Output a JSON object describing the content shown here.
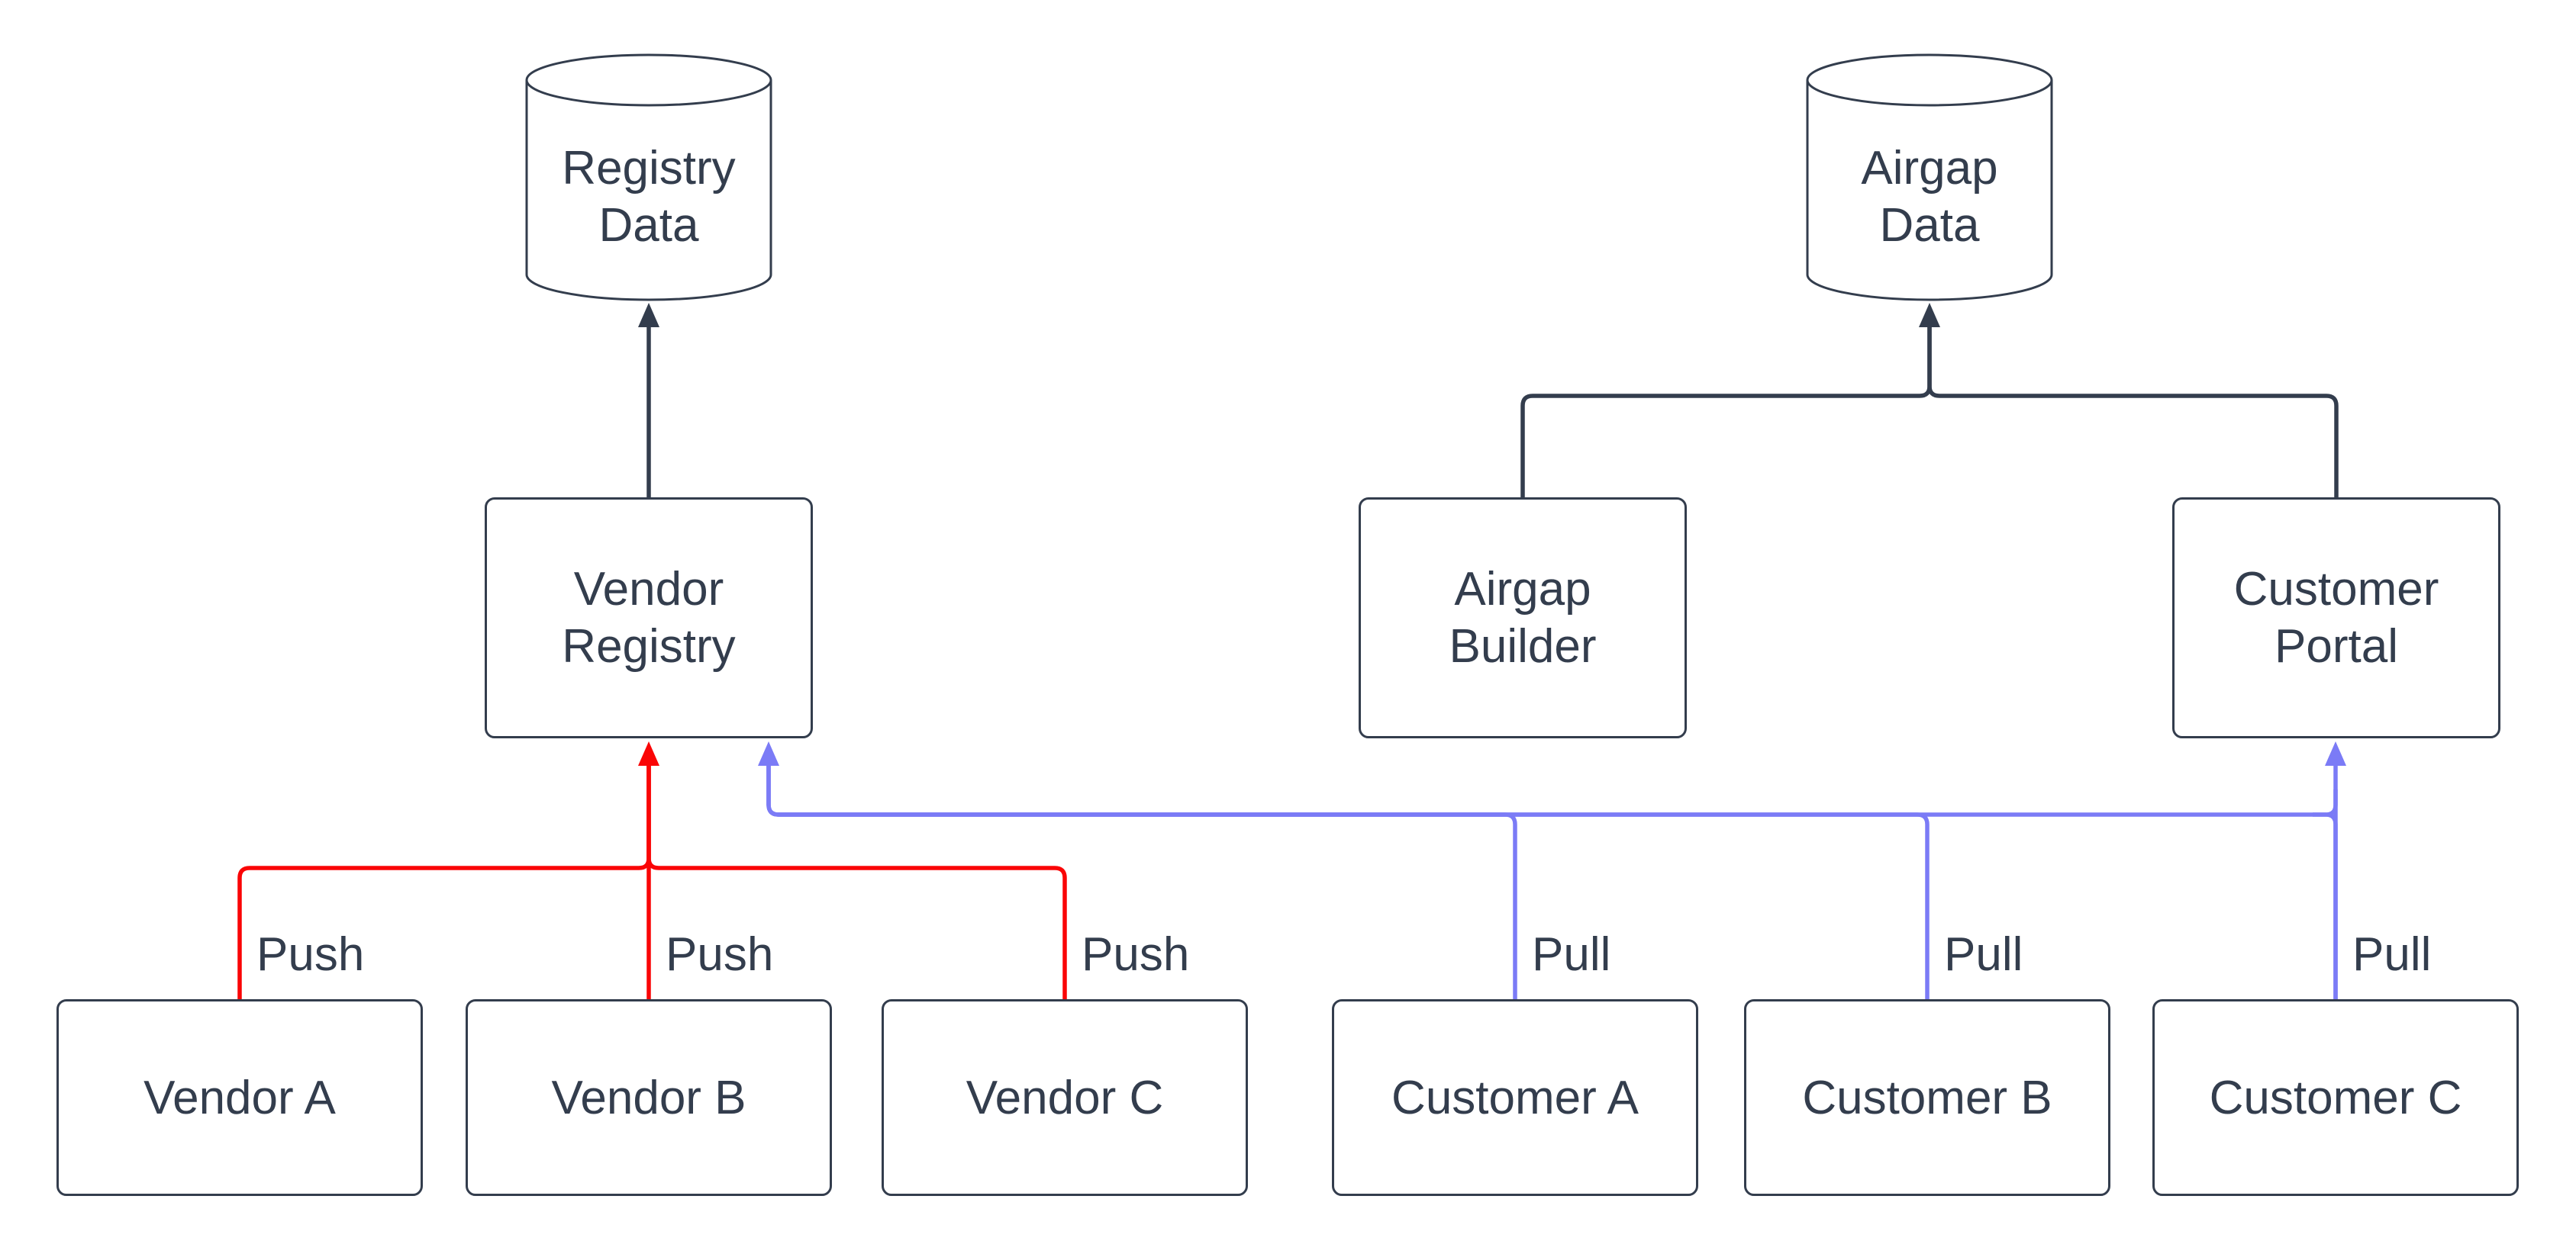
{
  "theme": {
    "background": "#ffffff",
    "node_fill": "#ffffff",
    "node_border": "#333d4d",
    "node_text": "#333d4d",
    "edge_dark": "#333d4d",
    "edge_red": "#fa0506",
    "edge_blue": "#7b7bf6"
  },
  "diagram": {
    "nodes": {
      "registry_data": {
        "label": "Registry\nData",
        "shape": "cylinder"
      },
      "airgap_data": {
        "label": "Airgap\nData",
        "shape": "cylinder"
      },
      "vendor_registry": {
        "label": "Vendor\nRegistry",
        "shape": "rect"
      },
      "airgap_builder": {
        "label": "Airgap\nBuilder",
        "shape": "rect"
      },
      "customer_portal": {
        "label": "Customer\nPortal",
        "shape": "rect"
      },
      "vendor_a": {
        "label": "Vendor A",
        "shape": "rect"
      },
      "vendor_b": {
        "label": "Vendor B",
        "shape": "rect"
      },
      "vendor_c": {
        "label": "Vendor C",
        "shape": "rect"
      },
      "customer_a": {
        "label": "Customer A",
        "shape": "rect"
      },
      "customer_b": {
        "label": "Customer B",
        "shape": "rect"
      },
      "customer_c": {
        "label": "Customer C",
        "shape": "rect"
      }
    },
    "edges": [
      {
        "from": "Vendor Registry",
        "to": "Registry Data",
        "label": "",
        "color": "dark"
      },
      {
        "from": "Airgap Builder",
        "to": "Airgap Data",
        "label": "",
        "color": "dark"
      },
      {
        "from": "Customer Portal",
        "to": "Airgap Data",
        "label": "",
        "color": "dark"
      },
      {
        "from": "Vendor A",
        "to": "Vendor Registry",
        "label": "Push",
        "color": "red"
      },
      {
        "from": "Vendor B",
        "to": "Vendor Registry",
        "label": "Push",
        "color": "red"
      },
      {
        "from": "Vendor C",
        "to": "Vendor Registry",
        "label": "Push",
        "color": "red"
      },
      {
        "from": "Customer A",
        "to": "Vendor Registry",
        "label": "Pull",
        "color": "blue"
      },
      {
        "from": "Customer B",
        "to": "Vendor Registry",
        "label": "Pull",
        "color": "blue"
      },
      {
        "from": "Customer C",
        "to": "Vendor Registry",
        "label": "Pull",
        "color": "blue"
      },
      {
        "from": "Customer C",
        "to": "Customer Portal",
        "label": "",
        "color": "blue"
      }
    ]
  }
}
